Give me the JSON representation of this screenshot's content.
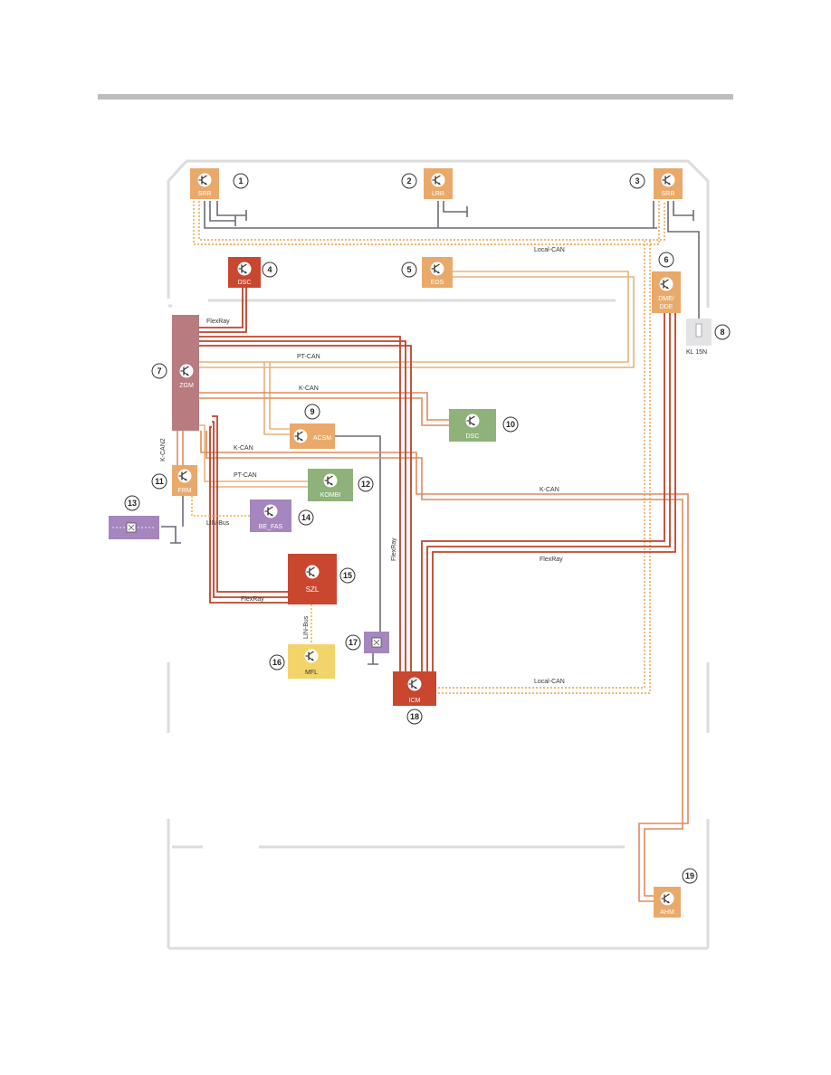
{
  "colors": {
    "flexray": "#c0442a",
    "kcan": "#e08a5c",
    "ptcan": "#e8b27a",
    "localcan": "#e8a040",
    "linbus": "#f0b030",
    "power": "#6b6b78",
    "body_outline": "#dcdcdc",
    "orange_light": "#e9a96a",
    "red_module": "#c9472e",
    "green_module": "#8fb27a",
    "purple_module": "#a686be",
    "yellow_module": "#f2d46a",
    "pink_module": "#b77b80",
    "grey_module": "#e3e3e6"
  },
  "modules": [
    {
      "id": "srr_left",
      "label": "SRR",
      "number": "1"
    },
    {
      "id": "lrr",
      "label": "LRR",
      "number": "2"
    },
    {
      "id": "srr_right",
      "label": "SRR",
      "number": "3"
    },
    {
      "id": "dsc",
      "label": "DSC",
      "number": "4"
    },
    {
      "id": "eds",
      "label": "EDS",
      "number": "5"
    },
    {
      "id": "dme",
      "label": "DME/",
      "label2": "DDE",
      "number": "6"
    },
    {
      "id": "zgm",
      "label": "ZGM",
      "number": "7"
    },
    {
      "id": "kl15n",
      "label": "KL 15N",
      "number": "8"
    },
    {
      "id": "acsm",
      "label": "ACSM",
      "number": "9"
    },
    {
      "id": "dsc2",
      "label": "DSC",
      "number": "10"
    },
    {
      "id": "frm",
      "label": "FRM",
      "number": "11"
    },
    {
      "id": "kombi",
      "label": "KOMBI",
      "number": "12"
    },
    {
      "id": "x13",
      "label": "",
      "number": "13"
    },
    {
      "id": "be_fas",
      "label": "BE_FAS",
      "number": "14"
    },
    {
      "id": "szl",
      "label": "SZL",
      "number": "15"
    },
    {
      "id": "mfl",
      "label": "MFL",
      "number": "16"
    },
    {
      "id": "x17",
      "label": "",
      "number": "17"
    },
    {
      "id": "icm",
      "label": "ICM",
      "number": "18"
    },
    {
      "id": "ahm",
      "label": "AHM",
      "number": "19"
    }
  ],
  "bus_labels": {
    "local_can_top": "Local-CAN",
    "local_can_bottom": "Local-CAN",
    "flexray_zgm": "FlexRay",
    "pt_can_upper": "PT-CAN",
    "k_can_upper": "K-CAN",
    "k_can_mid": "K-CAN",
    "pt_can_lower": "PT-CAN",
    "k_can2": "K-CAN2",
    "lin_bus_frm": "LIN-Bus",
    "k_can_right": "K-CAN",
    "flexray_right": "FlexRay",
    "flexray_vertical": "FlexRay",
    "flexray_szl": "FlexRay",
    "lin_bus_szl": "LIN-Bus"
  }
}
